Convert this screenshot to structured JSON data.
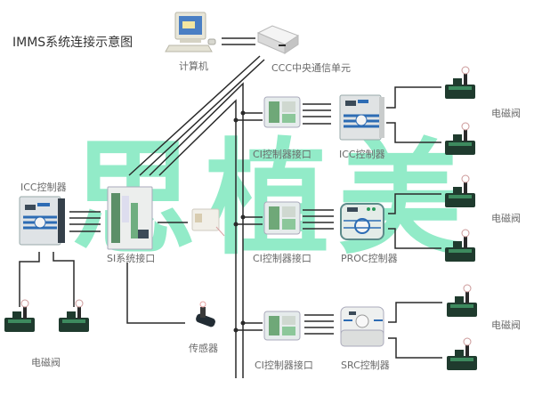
{
  "title": "IMMS系统连接示意图",
  "watermark": {
    "text": "思植美",
    "color": "#7fe8bf"
  },
  "colors": {
    "line": "#2a2a2a",
    "valve_body": "#1f3b2e",
    "valve_accent": "#3d8a5e",
    "label": "#6a6a6a",
    "device_gray": "#d9dcdc"
  },
  "nodes": {
    "computer": {
      "label": "计算机",
      "icon": "computer-icon"
    },
    "ccc": {
      "label": "CCC中央通信单元",
      "icon": "communication-unit-icon"
    },
    "icc_left": {
      "label": "ICC控制器",
      "icon": "controller-icon"
    },
    "si": {
      "label": "SI系统接口",
      "icon": "system-interface-icon"
    },
    "sensor": {
      "label": "传感器",
      "icon": "sensor-icon"
    },
    "valves_left": {
      "label": "电磁阀",
      "icon": "solenoid-valve-icon"
    },
    "ci_1": {
      "label": "CI控制器接口",
      "icon": "ci-interface-icon"
    },
    "ci_2": {
      "label": "CI控制器接口",
      "icon": "ci-interface-icon"
    },
    "ci_3": {
      "label": "CI控制器接口",
      "icon": "ci-interface-icon"
    },
    "icc_right": {
      "label": "ICC控制器",
      "icon": "controller-icon"
    },
    "proc": {
      "label": "PROC控制器",
      "icon": "controller-icon"
    },
    "src": {
      "label": "SRC控制器",
      "icon": "controller-icon"
    },
    "valves_1": {
      "label": "电磁阀",
      "icon": "solenoid-valve-icon"
    },
    "valves_2": {
      "label": "电磁阀",
      "icon": "solenoid-valve-icon"
    },
    "valves_3": {
      "label": "电磁阀",
      "icon": "solenoid-valve-icon"
    }
  },
  "connections": [
    [
      "computer",
      "ccc"
    ],
    [
      "ccc",
      "si"
    ],
    [
      "si",
      "ci_1"
    ],
    [
      "si",
      "ci_2"
    ],
    [
      "si",
      "ci_3"
    ],
    [
      "icc_left",
      "si"
    ],
    [
      "si",
      "sensor"
    ],
    [
      "si",
      "wireless_module"
    ],
    [
      "icc_left",
      "valves_left"
    ],
    [
      "ci_1",
      "icc_right"
    ],
    [
      "ci_2",
      "proc"
    ],
    [
      "ci_3",
      "src"
    ],
    [
      "icc_right",
      "valves_1"
    ],
    [
      "proc",
      "valves_2"
    ],
    [
      "src",
      "valves_3"
    ]
  ]
}
